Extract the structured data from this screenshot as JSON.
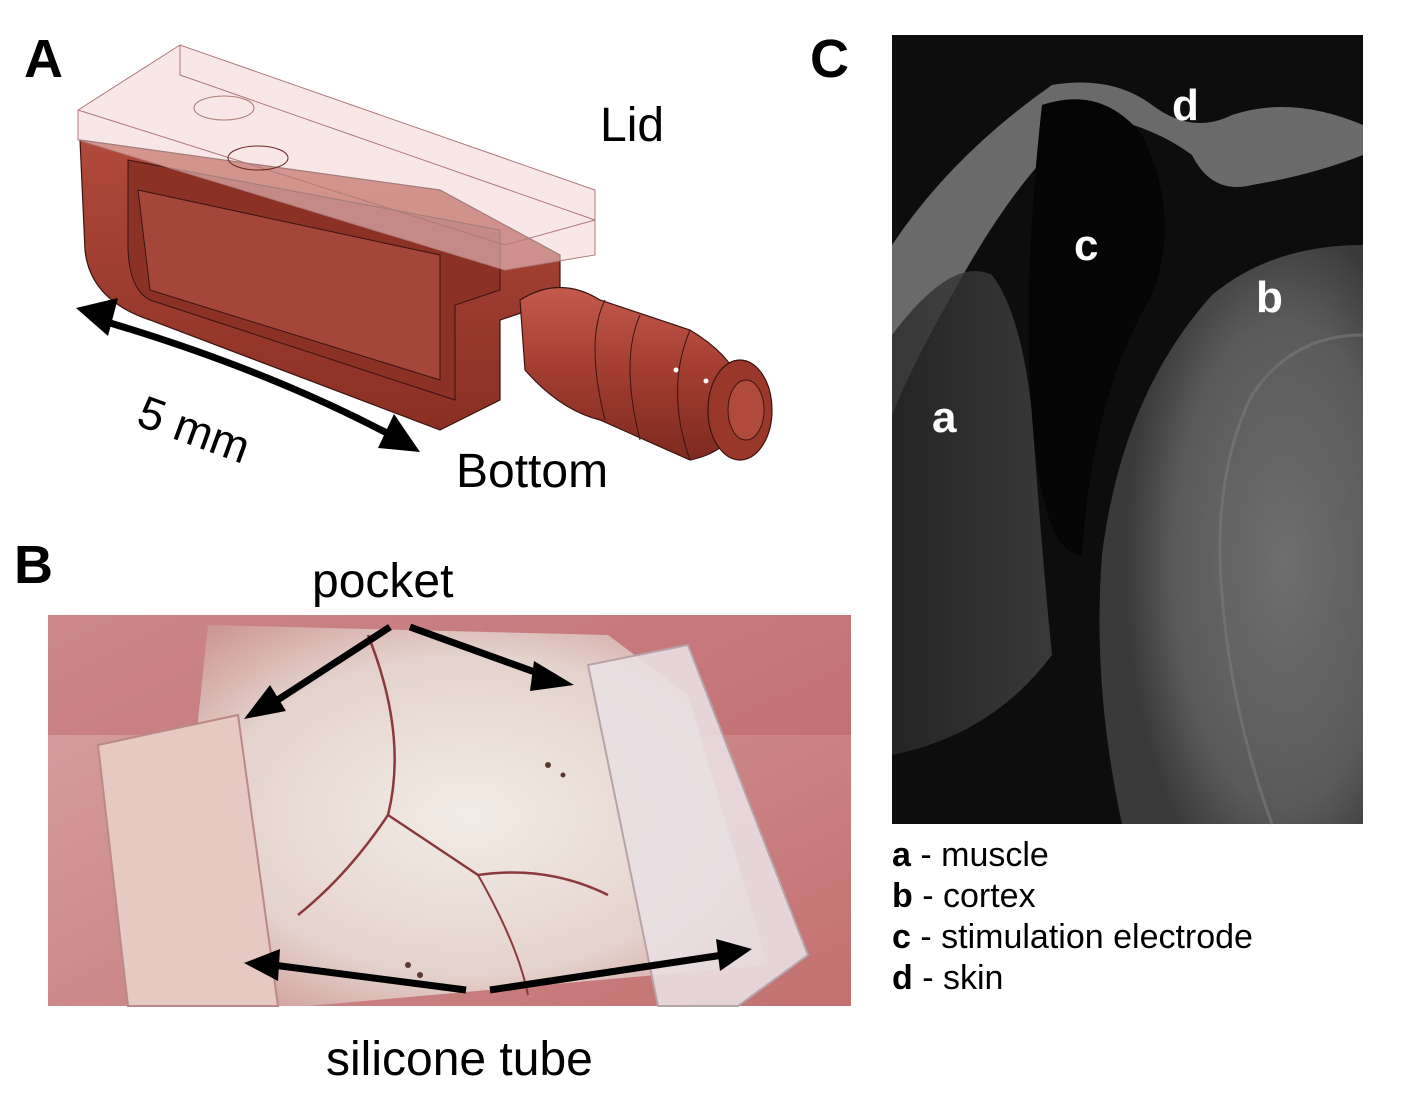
{
  "panels": {
    "a": {
      "letter": "A",
      "lid_label": "Lid",
      "bottom_label": "Bottom",
      "scale_label": "5 mm"
    },
    "b": {
      "letter": "B",
      "pocket_label": "pocket",
      "tube_label": "silicone tube"
    },
    "c": {
      "letter": "C",
      "regions": [
        "a",
        "b",
        "c",
        "d"
      ],
      "legend": [
        {
          "key": "a",
          "sep": " - ",
          "text": "muscle"
        },
        {
          "key": "b",
          "sep": " - ",
          "text": "cortex"
        },
        {
          "key": "c",
          "sep": " - ",
          "text": "stimulation electrode"
        },
        {
          "key": "d",
          "sep": " - ",
          "text": "skin"
        }
      ]
    }
  },
  "colors": {
    "device_red": "#9e3a2e",
    "lid_pink": "#f4d4d4",
    "mri_bg": "#0d0d0d",
    "tissue_pink": "#c98a87"
  }
}
